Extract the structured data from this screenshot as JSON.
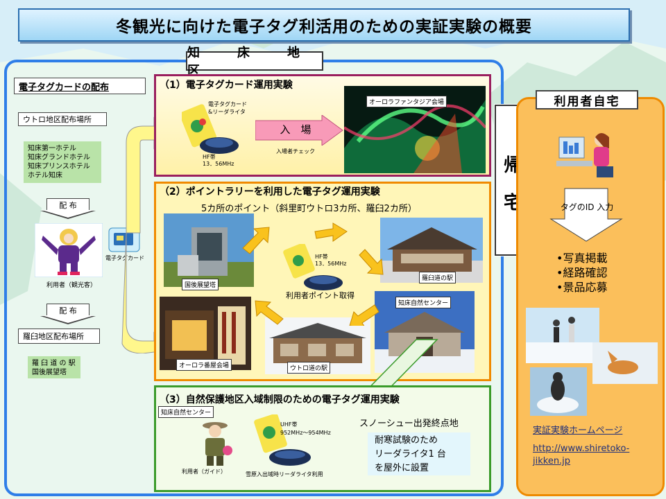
{
  "title": "冬観光に向けた電子タグ利活用のための実証実験の概要",
  "region_label": "知　床　地　区",
  "distribution": {
    "heading": "電子タグカードの配布",
    "utoro_place": "ウトロ地区配布場所",
    "utoro_hotels": [
      "知床第一ホテル",
      "知床グランドホテル",
      "知床プリンスホテル",
      "ホテル知床"
    ],
    "distribute_label": "配 布",
    "user_label": "利用者（観光客）",
    "card_label": "電子タグカード",
    "rausu_place": "羅臼地区配布場所",
    "rausu_sites": [
      "羅 臼 道 の 駅",
      "国後展望塔"
    ]
  },
  "section1": {
    "title": "（1）電子タグカード運用実験",
    "device_label_1": "電子タグカード",
    "device_label_2": "&リーダライタ",
    "freq_1": "HF帯",
    "freq_2": "13．56MHz",
    "entry_arrow": "入　場",
    "entry_check": "入場者チェック",
    "venue_label": "オーロラファンタジア会場"
  },
  "section2": {
    "title": "（2）ポイントラリーを利用した電子タグ運用実験",
    "subtitle": "5カ所のポイント（斜里町ウトロ3カ所、羅臼2カ所）",
    "freq_1": "HF帯",
    "freq_2": "13．56MHz",
    "point_caption": "利用者ポイント取得",
    "photos": {
      "kunashiri": "国後展望塔",
      "rausu_station": "羅臼道の駅",
      "nature_center": "知床自然センター",
      "utoro_station": "ウトロ道の駅",
      "aurora_hut": "オーロラ番屋会場"
    }
  },
  "section3": {
    "title": "（3）自然保護地区入域制限のための電子タグ運用実験",
    "center_label": "知床自然センター",
    "freq_1": "UHF帯",
    "freq_2": "952MHz～954MHz",
    "snowshoe": "スノーシュー出発終点地",
    "cold_test": [
      "耐寒試験のため",
      "リーダライタ1 台",
      "を屋外に設置"
    ],
    "guide_label": "利用者（ガイド）",
    "reader_label": "雪原入出域時リーダライタ利用"
  },
  "return_home": [
    "帰",
    "宅"
  ],
  "home": {
    "title": "利用者自宅",
    "input_label": "タグのID 入力",
    "benefits": [
      "•写真掲載",
      "•経路確認",
      "•景品応募"
    ],
    "homepage_label": "実証実験ホームページ",
    "url_1": "http://www.shiretoko-",
    "url_2": "jikken.jp"
  },
  "colors": {
    "region_frame": "#2f7ee8",
    "section1_border": "#9a1f5e",
    "section2_border": "#f08a00",
    "section3_border": "#3a9b2a",
    "home_bg": "#fbbf5b",
    "yellow_arrow": "#fff78c",
    "orange_arrow": "#f9c21d"
  }
}
